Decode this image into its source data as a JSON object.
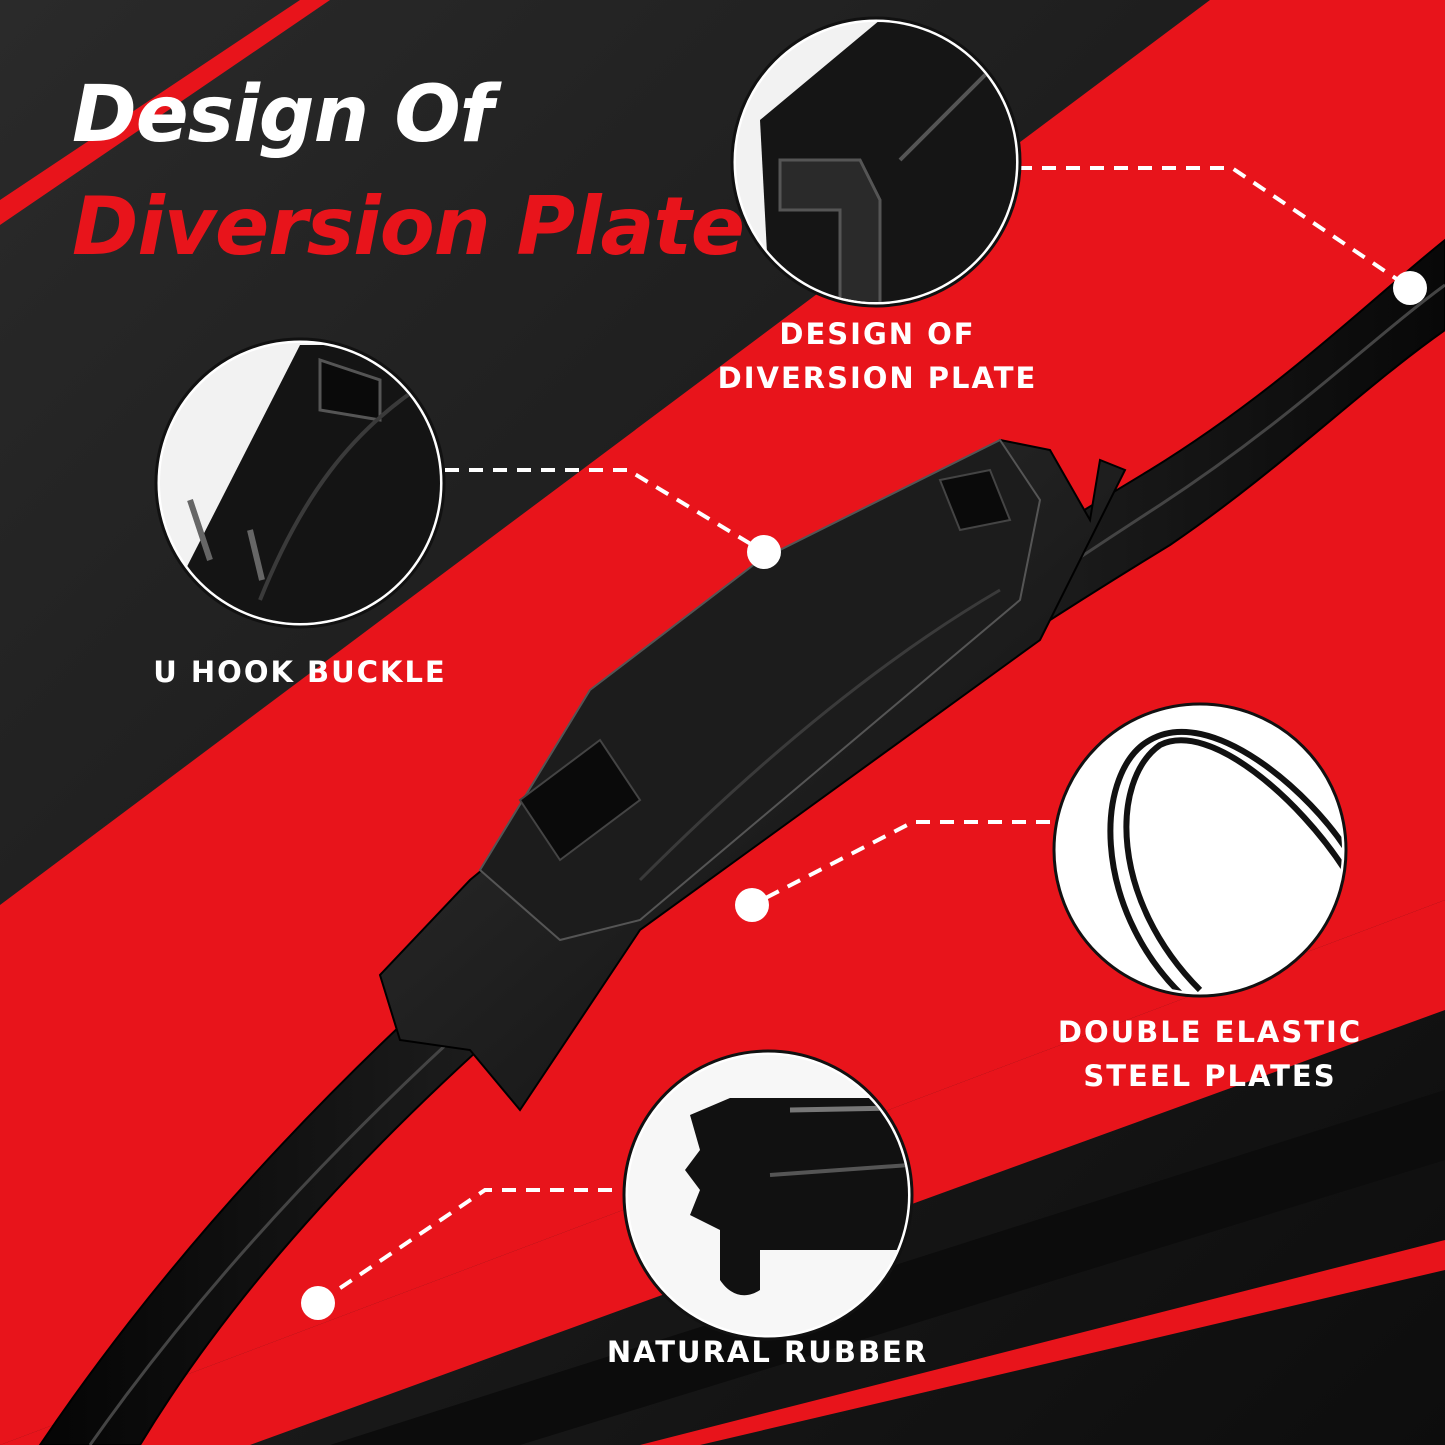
{
  "headline": {
    "line1": "Design Of",
    "line2": "Diversion Plate"
  },
  "callouts": {
    "diversion_plate": {
      "line1": "DESIGN OF",
      "line2": "DIVERSION PLATE"
    },
    "u_hook": {
      "line1": "U HOOK BUCKLE"
    },
    "steel_plates": {
      "line1": "DOUBLE ELASTIC",
      "line2": "STEEL PLATES"
    },
    "rubber": {
      "line1": "NATURAL RUBBER"
    }
  },
  "colors": {
    "accent_red": "#e8141b",
    "dark": "#141414",
    "text_white": "#ffffff"
  }
}
